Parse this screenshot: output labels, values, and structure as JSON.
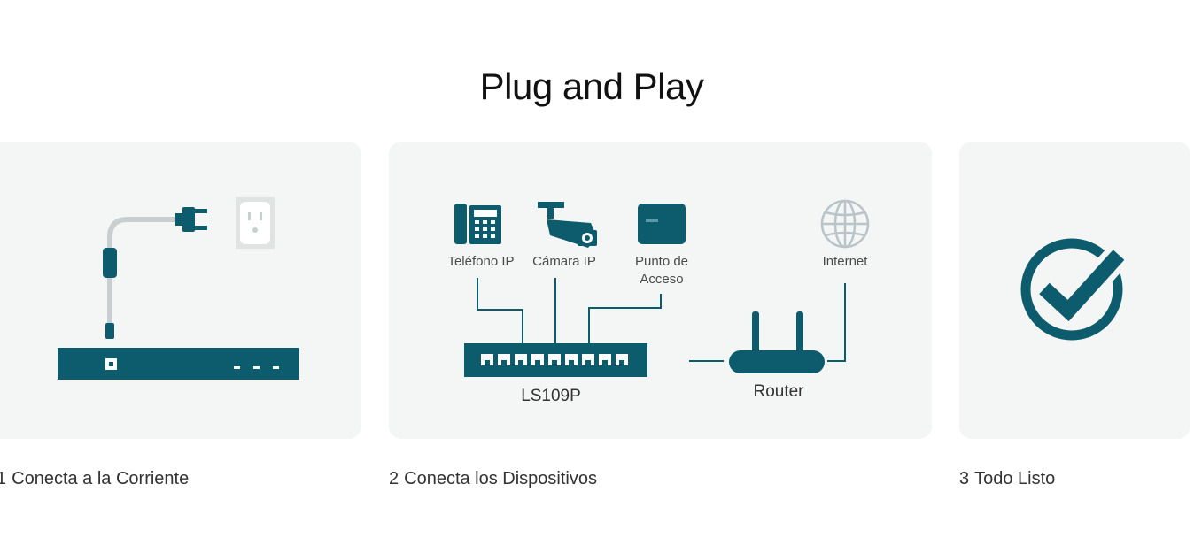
{
  "page": {
    "title": "Plug and Play"
  },
  "steps": [
    {
      "number": "1",
      "label": "Conecta a la Corriente"
    },
    {
      "number": "2",
      "label": "Conecta los Dispositivos"
    },
    {
      "number": "3",
      "label": "Todo Listo"
    }
  ],
  "diagram": {
    "devices": {
      "phone": "Teléfono IP",
      "camera": "Cámara IP",
      "access_point_line1": "Punto de",
      "access_point_line2": "Acceso",
      "internet": "Internet"
    },
    "switch_label": "LS109P",
    "router_label": "Router"
  },
  "colors": {
    "accent": "#0d5c6e",
    "card_background": "#f4f5f5",
    "outlet": "#dfe3e3",
    "cable": "#c9cfd0",
    "globe": "#b8c4c8"
  },
  "icons": [
    "power-plug-icon",
    "wall-outlet-icon",
    "ip-phone-icon",
    "ip-camera-icon",
    "access-point-icon",
    "globe-icon",
    "checkmark-icon"
  ]
}
